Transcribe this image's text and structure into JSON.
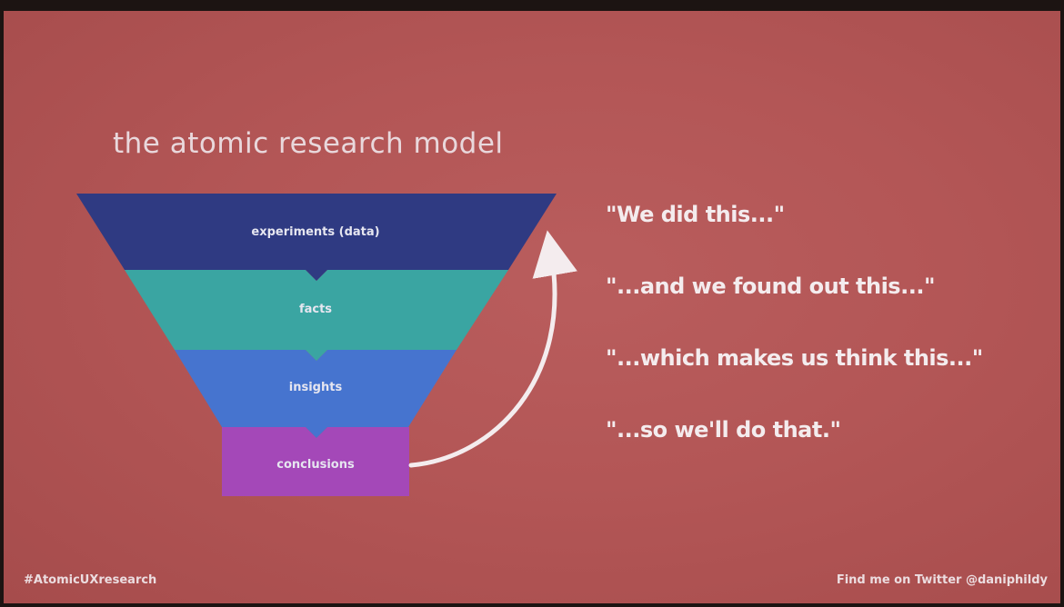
{
  "slide": {
    "title": "the atomic research model",
    "funnel": {
      "stages": [
        {
          "label": "experiments (data)",
          "color": "#2f3a82"
        },
        {
          "label": "facts",
          "color": "#3aa5a2"
        },
        {
          "label": "insights",
          "color": "#4674cf"
        },
        {
          "label": "conclusions",
          "color": "#a448b8"
        }
      ],
      "arrow_icon": "curved-arrow-up-icon",
      "arrow_color": "#f4ecee"
    },
    "quotes": [
      "\"We did this...\"",
      "\"...and we found out this...\"",
      "\"...which makes us think this...\"",
      "\"...so we'll do that.\""
    ],
    "footer": {
      "hashtag": "#AtomicUXresearch",
      "twitter": "Find me on Twitter @daniphildy"
    },
    "background_color": "#b35656"
  }
}
